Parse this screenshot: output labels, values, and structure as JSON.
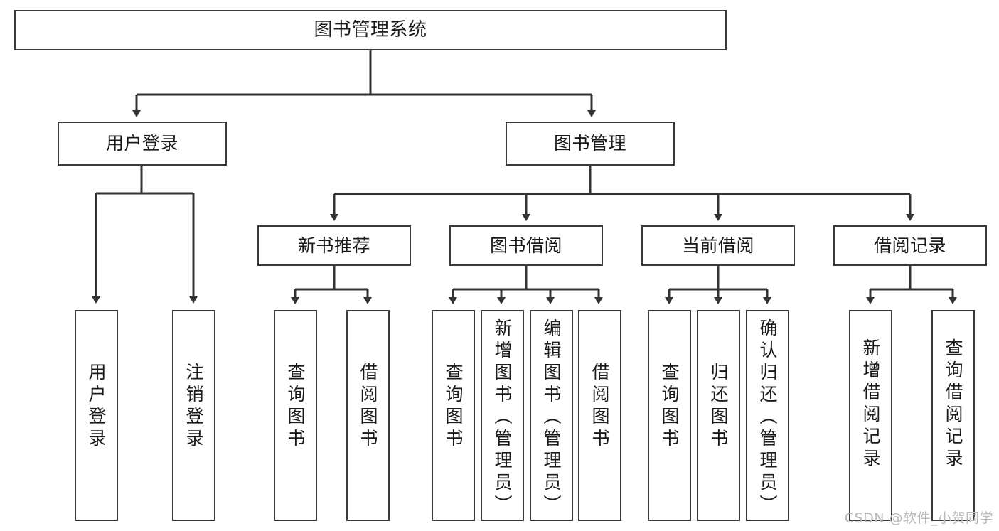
{
  "diagram": {
    "type": "tree-hierarchy",
    "title": "图书管理系统",
    "orientation": "top-down",
    "edge_style": "orthogonal-elbow-with-arrowhead",
    "colors": {
      "box_border": "#3a3a3a",
      "box_fill": "#ffffff",
      "edge": "#333333",
      "text": "#1b1b1b",
      "watermark": "#b9b9b9",
      "background": "#ffffff"
    }
  },
  "nodes": {
    "root": {
      "label": "图书管理系统"
    },
    "level1": [
      {
        "id": "user-login",
        "label": "用户登录"
      },
      {
        "id": "book-manage",
        "label": "图书管理"
      }
    ],
    "level2": [
      {
        "id": "new-book-recommend",
        "label": "新书推荐"
      },
      {
        "id": "book-borrow",
        "label": "图书借阅"
      },
      {
        "id": "current-borrow",
        "label": "当前借阅"
      },
      {
        "id": "borrow-record",
        "label": "借阅记录"
      }
    ],
    "leaves": [
      {
        "id": "leaf-user-login",
        "label": "用户登录",
        "parent": "user-login"
      },
      {
        "id": "leaf-user-logout",
        "label": "注销登录",
        "parent": "user-login"
      },
      {
        "id": "leaf-query-book-1",
        "label": "查询图书",
        "parent": "new-book-recommend"
      },
      {
        "id": "leaf-borrow-book-1",
        "label": "借阅图书",
        "parent": "new-book-recommend"
      },
      {
        "id": "leaf-query-book-2",
        "label": "查询图书",
        "parent": "book-borrow"
      },
      {
        "id": "leaf-add-book-admin",
        "label": "新增图书（管理员）",
        "parent": "book-borrow"
      },
      {
        "id": "leaf-edit-book-admin",
        "label": "编辑图书（管理员）",
        "parent": "book-borrow"
      },
      {
        "id": "leaf-borrow-book-2",
        "label": "借阅图书",
        "parent": "book-borrow"
      },
      {
        "id": "leaf-query-book-3",
        "label": "查询图书",
        "parent": "current-borrow"
      },
      {
        "id": "leaf-return-book",
        "label": "归还图书",
        "parent": "current-borrow"
      },
      {
        "id": "leaf-confirm-return-admin",
        "label": "确认归还（管理员）",
        "parent": "current-borrow"
      },
      {
        "id": "leaf-add-borrow-record",
        "label": "新增借阅记录",
        "parent": "borrow-record"
      },
      {
        "id": "leaf-query-borrow-record",
        "label": "查询借阅记录",
        "parent": "borrow-record"
      }
    ]
  },
  "watermark": {
    "text": "CSDN @软件_小贺同学"
  }
}
